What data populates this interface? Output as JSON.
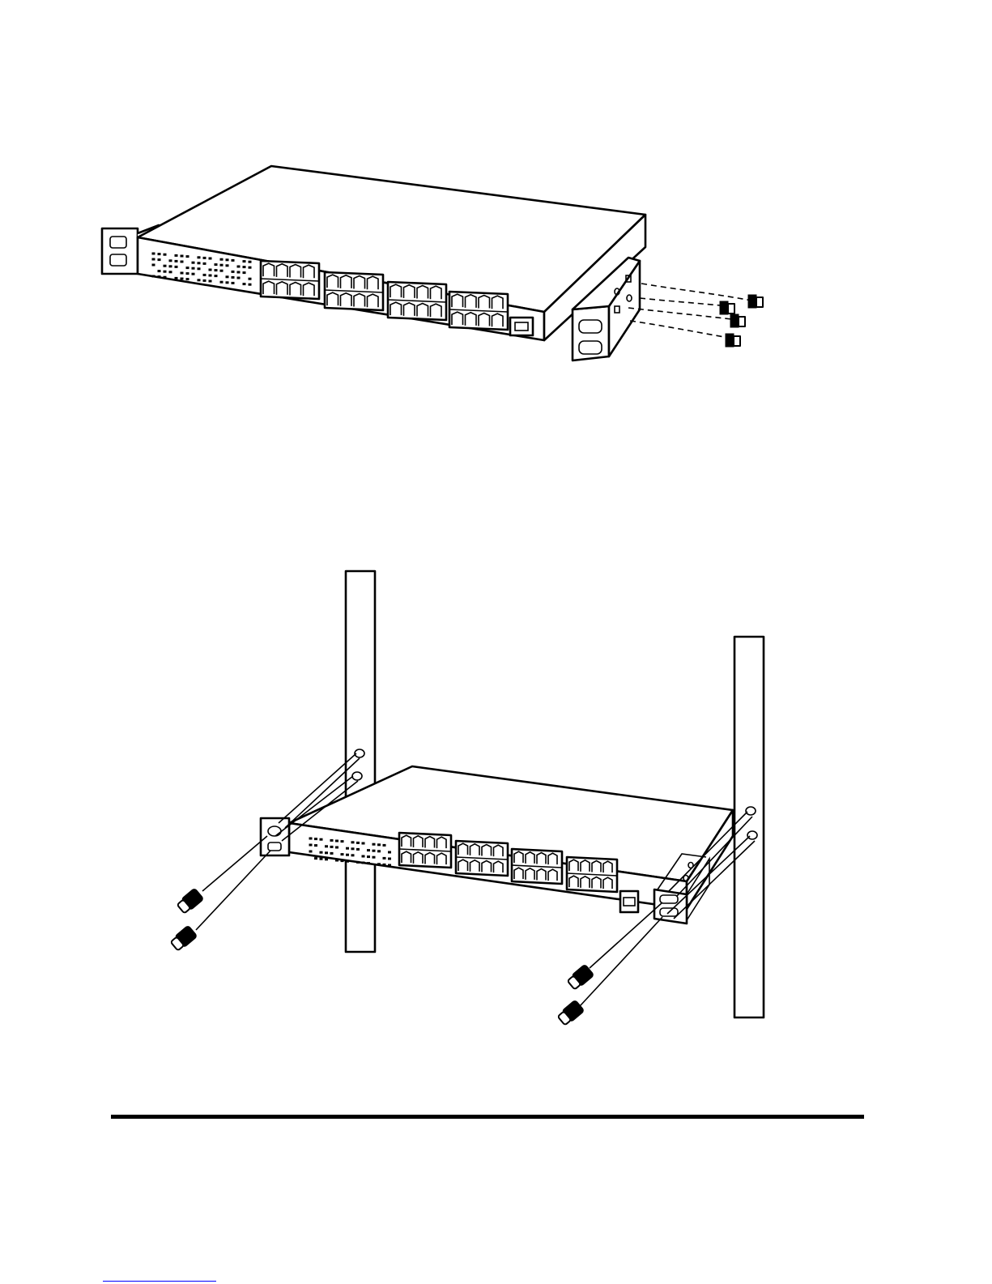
{
  "colors": {
    "ink": "#000000",
    "paper": "#ffffff",
    "footnote_rule": "#0000ff"
  },
  "figures": [
    {
      "name": "bracket-attachment",
      "parts": [
        "switch",
        "left-bracket",
        "right-bracket",
        "bracket-screws"
      ]
    },
    {
      "name": "rack-installation",
      "parts": [
        "rack-post-left",
        "rack-post-right",
        "switch",
        "rack-screws"
      ]
    }
  ]
}
